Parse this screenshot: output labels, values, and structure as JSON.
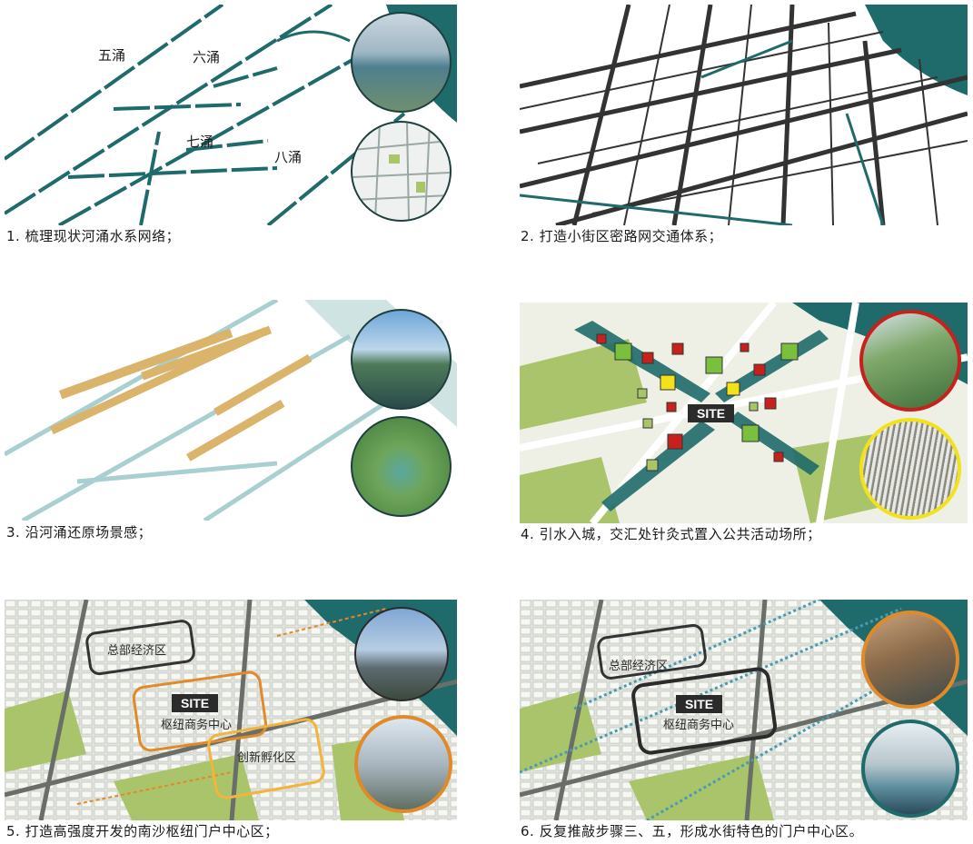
{
  "captions": [
    "1. 梳理现状河涌水系网络；",
    "2. 打造小街区密路网交通体系；",
    "3. 沿河涌还原场景感；",
    "4. 引水入城，交汇处针灸式置入公共活动场所；",
    "5. 打造高强度开发的南沙枢纽门户中心区；",
    "6. 反复推敲步骤三、五，形成水街特色的门户中心区。"
  ],
  "panel1": {
    "canal_labels": [
      "五涌",
      "六涌",
      "七涌",
      "八涌"
    ]
  },
  "panel4": {
    "site_label": "SITE"
  },
  "panel5": {
    "site_label": "SITE",
    "zones": [
      "总部经济区",
      "枢纽商务中心",
      "创新孵化区"
    ]
  },
  "panel6": {
    "site_label": "SITE",
    "zones": [
      "总部经济区",
      "枢纽商务中心"
    ]
  },
  "colors": {
    "water_teal": "#1f6b6b",
    "road_dark": "#333333",
    "green_field": "#a9c46a",
    "highlight_orange": "#e08a2a",
    "building_tan": "#d9b46a",
    "marker_green": "#7bbf3f",
    "marker_red": "#c8201d",
    "marker_yellow": "#f2e21b"
  },
  "icons": [
    "photo-circle-aerial-river",
    "photo-circle-map",
    "photo-circle-canal-boat",
    "photo-circle-green-wetland",
    "photo-circle-park-path",
    "photo-circle-canopy",
    "photo-circle-skyline",
    "photo-circle-towers",
    "photo-circle-water-street",
    "photo-circle-river-town"
  ]
}
